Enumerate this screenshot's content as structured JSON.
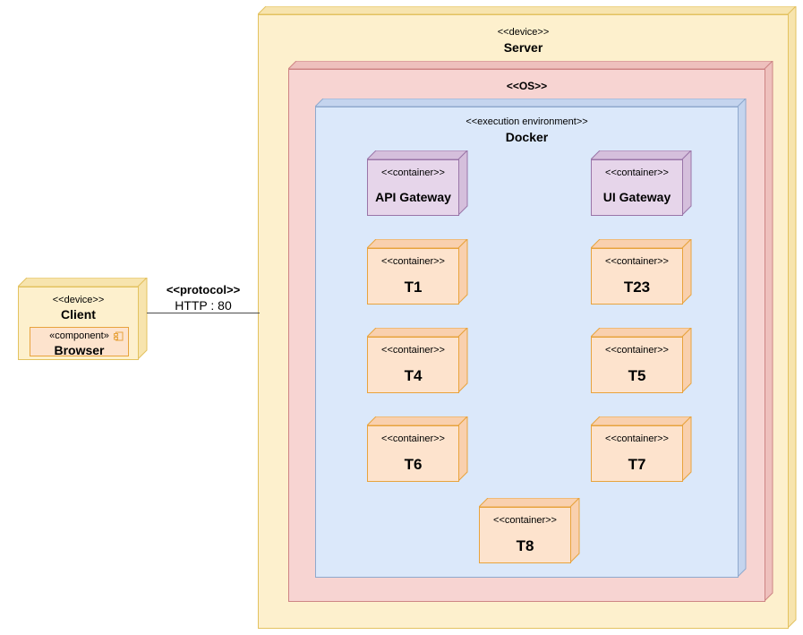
{
  "diagram": {
    "type": "uml-deployment-diagram",
    "background": "#ffffff"
  },
  "colors": {
    "device_fill": "#fdf0cd",
    "device_stroke": "#e3c260",
    "device_bevel": "#f7e4ae",
    "os_fill": "#f7d4d2",
    "os_stroke": "#cd8484",
    "os_bevel": "#eec0bd",
    "exec_fill": "#dbe8fa",
    "exec_stroke": "#8fa9cd",
    "exec_bevel": "#c4d4ee",
    "gateway_fill": "#e6d5ea",
    "gateway_stroke": "#9a75a8",
    "gateway_bevel": "#d5bfdc",
    "container_fill": "#fde3cd",
    "container_stroke": "#e8a33d",
    "container_bevel": "#f9d0ae",
    "component_fill": "#fde3cd",
    "component_stroke": "#e8a33d",
    "connector": "#4d4d4d"
  },
  "client": {
    "stereotype": "<<device>>",
    "name": "Client",
    "component": {
      "stereotype": "«component»",
      "name": "Browser",
      "icon": "component-icon"
    }
  },
  "connector": {
    "stereotype": "<<protocol>>",
    "label": "HTTP : 80"
  },
  "server": {
    "stereotype": "<<device>>",
    "name": "Server",
    "os": {
      "stereotype": "<<OS>>",
      "name": "",
      "docker": {
        "stereotype": "<<execution environment>>",
        "name": "Docker",
        "containers": [
          {
            "stereotype": "<<container>>",
            "name": "API Gateway",
            "kind": "gateway"
          },
          {
            "stereotype": "<<container>>",
            "name": "UI Gateway",
            "kind": "gateway"
          },
          {
            "stereotype": "<<container>>",
            "name": "T1",
            "kind": "task"
          },
          {
            "stereotype": "<<container>>",
            "name": "T23",
            "kind": "task"
          },
          {
            "stereotype": "<<container>>",
            "name": "T4",
            "kind": "task"
          },
          {
            "stereotype": "<<container>>",
            "name": "T5",
            "kind": "task"
          },
          {
            "stereotype": "<<container>>",
            "name": "T6",
            "kind": "task"
          },
          {
            "stereotype": "<<container>>",
            "name": "T7",
            "kind": "task"
          },
          {
            "stereotype": "<<container>>",
            "name": "T8",
            "kind": "task"
          }
        ]
      }
    }
  }
}
